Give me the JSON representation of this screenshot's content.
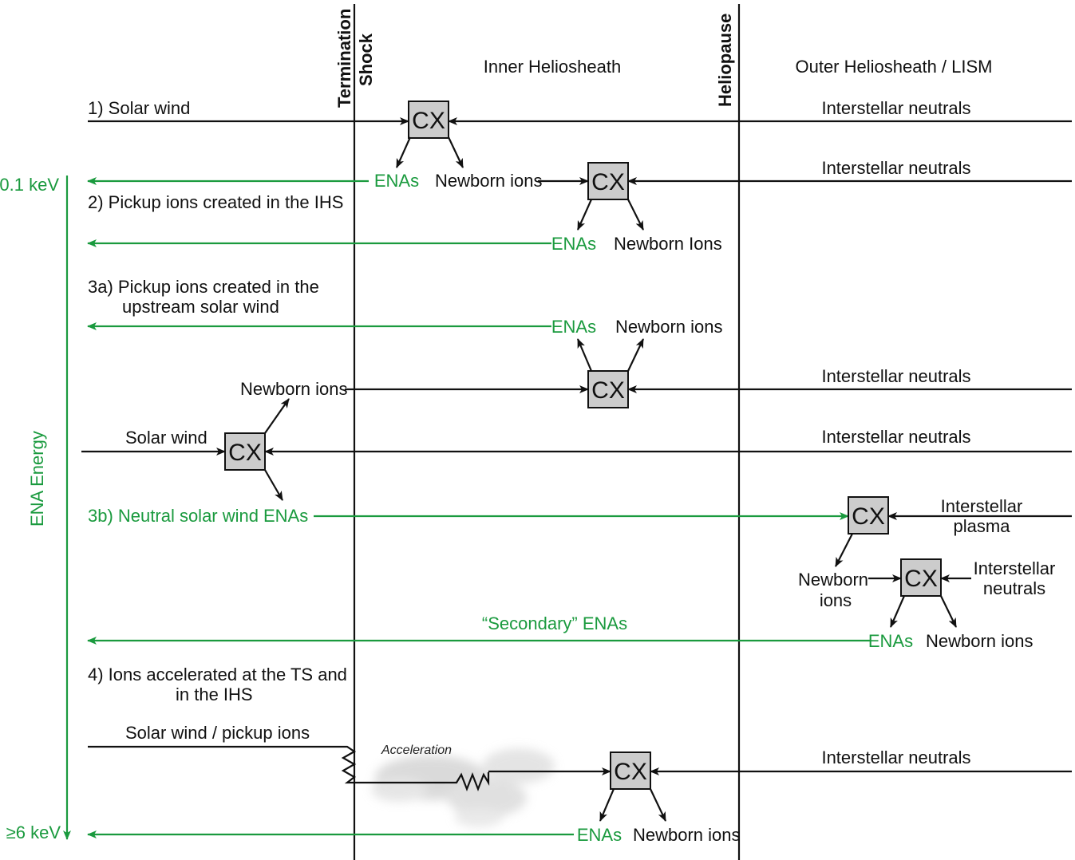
{
  "headers": {
    "termination_shock": [
      "Termination",
      "Shock"
    ],
    "inner_heliosheath": "Inner Heliosheath",
    "heliopause": "Heliopause",
    "outer_heliosheath": "Outer Heliosheath / LISM"
  },
  "energy_axis": {
    "label": "ENA Energy",
    "top": "0.1 keV",
    "bottom": "≥6 keV"
  },
  "cx_label": "CX",
  "scenarios": {
    "s1": {
      "title": "1) Solar wind",
      "right": "Interstellar neutrals"
    },
    "s2": {
      "title": "2) Pickup ions created in the IHS",
      "enas_a": "ENAs",
      "newborn_a": "Newborn ions",
      "right": "Interstellar neutrals",
      "enas_b": "ENAs",
      "newborn_b": "Newborn Ions"
    },
    "s3a": {
      "title_1": "3a) Pickup ions created in the",
      "title_2": "upstream solar wind",
      "enas": "ENAs",
      "newborn": "Newborn ions",
      "right": "Interstellar neutrals",
      "newborn_left": "Newborn ions",
      "solar_wind": "Solar wind",
      "right2": "Interstellar neutrals"
    },
    "s3b": {
      "title": "3b) Neutral solar wind",
      "enas": "ENAs",
      "plasma_1": "Interstellar",
      "plasma_2": "plasma",
      "newborn_1": "Newborn",
      "newborn_2": "ions",
      "neutrals_1": "Interstellar",
      "neutrals_2": "neutrals",
      "secondary": "“Secondary” ENAs",
      "enas_b": "ENAs",
      "newborn_b": "Newborn ions"
    },
    "s4": {
      "title_1": "4) Ions accelerated at the TS and",
      "title_2": "in the IHS",
      "source": "Solar wind / pickup ions",
      "acceleration": "Acceleration",
      "right": "Interstellar neutrals",
      "enas": "ENAs",
      "newborn": "Newborn ions"
    }
  },
  "colors": {
    "ena_green": "#1a9a3e",
    "line_black": "#111111",
    "cx_fill": "#cccccc"
  }
}
